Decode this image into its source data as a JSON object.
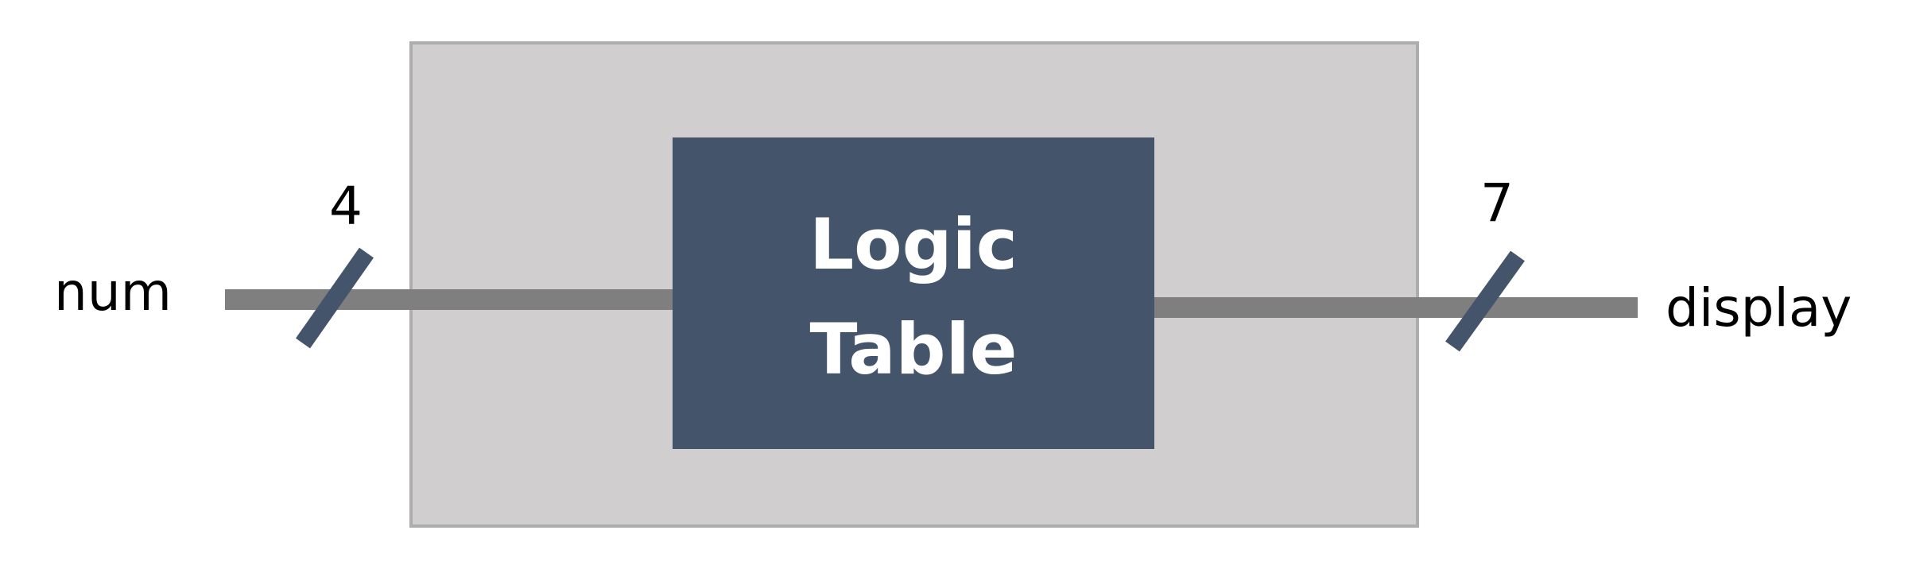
{
  "diagram": {
    "outer_block": {
      "fill": "#d0cecf",
      "border": "#aeadae"
    },
    "inner_block": {
      "fill": "#44546a",
      "text_color": "#ffffff",
      "title_line1": "Logic",
      "title_line2": "Table"
    },
    "input": {
      "label": "num",
      "width": "4"
    },
    "output": {
      "label": "display",
      "width": "7"
    },
    "wire_color": "#7f7f7f",
    "slash_color": "#44546a"
  }
}
